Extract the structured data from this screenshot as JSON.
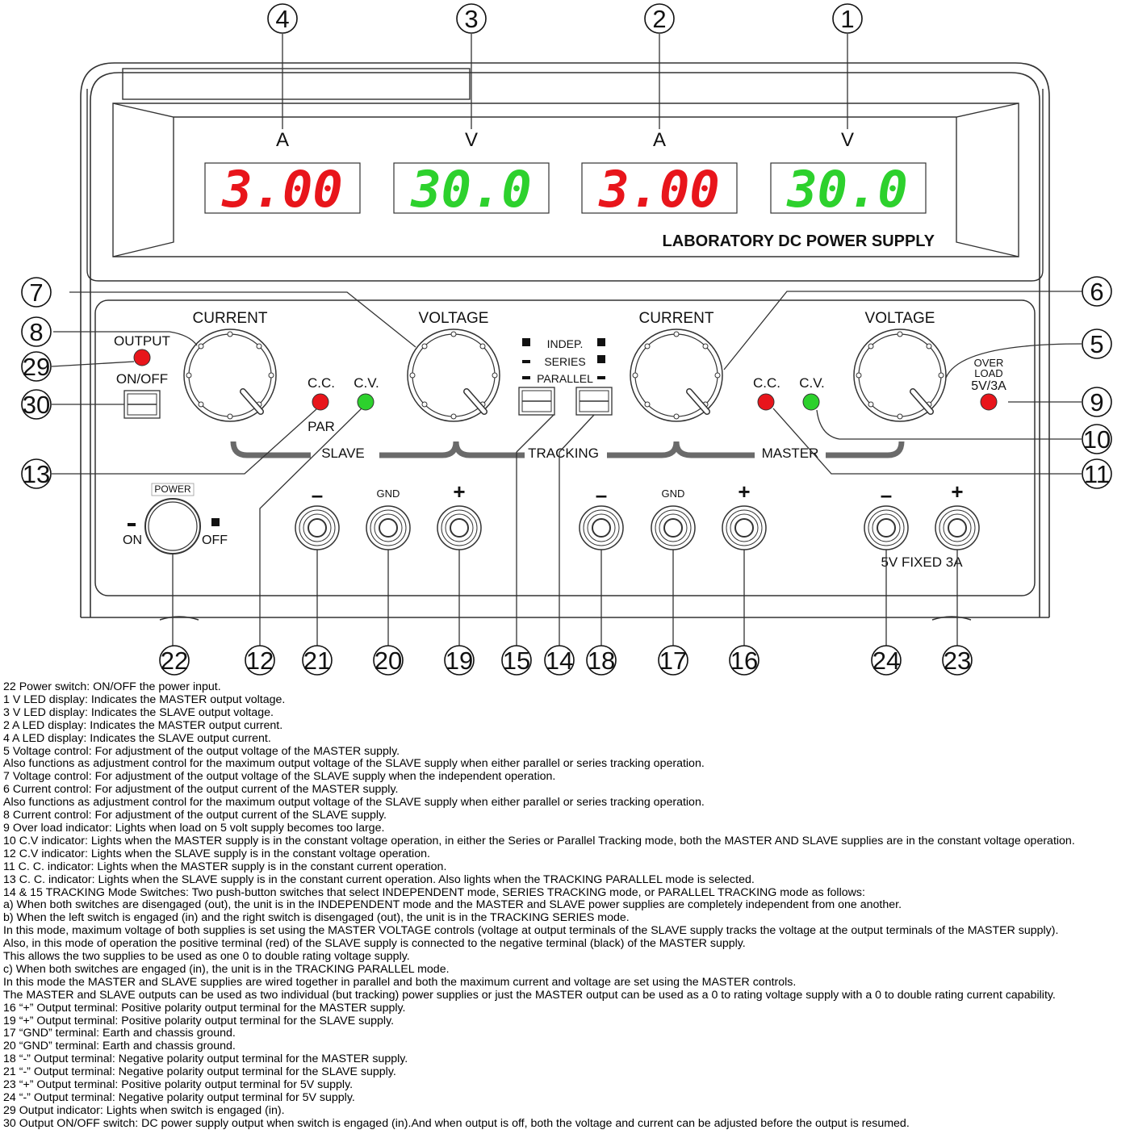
{
  "panel": {
    "title": "LABORATORY DC POWER SUPPLY",
    "units": [
      "A",
      "V",
      "A",
      "V"
    ],
    "displays": [
      {
        "value": "3.00",
        "color": "#e8151b"
      },
      {
        "value": "30.0",
        "color": "#2dd12d"
      },
      {
        "value": "3.00",
        "color": "#e8151b"
      },
      {
        "value": "30.0",
        "color": "#2dd12d"
      }
    ],
    "knob_labels": {
      "current": "CURRENT",
      "voltage": "VOLTAGE"
    },
    "indicators": {
      "cc": "C.C.",
      "cv": "C.V.",
      "par": "PAR",
      "output": "OUTPUT",
      "on_off": "ON/OFF",
      "over": "OVER",
      "load": "LOAD",
      "rating": "5V/3A"
    },
    "mode_labels": {
      "indep": "INDEP.",
      "series": "SERIES",
      "parallel": "PARALLEL"
    },
    "group_labels": {
      "slave": "SLAVE",
      "tracking": "TRACKING",
      "master": "MASTER"
    },
    "power": {
      "label": "POWER",
      "on": "ON",
      "off": "OFF"
    },
    "terminals": {
      "minus": "–",
      "plus": "+",
      "gnd": "GND",
      "fixed": "5V FIXED 3A"
    },
    "colors": {
      "red_led": "#e8151b",
      "green_led": "#2dd12d",
      "group_label": "#2233cc"
    }
  },
  "callouts": [
    "1",
    "2",
    "3",
    "4",
    "5",
    "6",
    "7",
    "8",
    "9",
    "10",
    "11",
    "12",
    "13",
    "14",
    "15",
    "16",
    "17",
    "18",
    "19",
    "20",
    "21",
    "22",
    "23",
    "24",
    "29",
    "30"
  ],
  "legend": [
    "22 Power switch: ON/OFF the power input.",
    "1 V LED display: Indicates the MASTER output voltage.",
    "3 V LED display: Indicates the SLAVE output voltage.",
    "2 A LED display: Indicates the MASTER output current.",
    "4 A LED display: Indicates the SLAVE output current.",
    "5 Voltage control: For adjustment of the output voltage of the MASTER supply.",
    "Also functions as adjustment control for the maximum output voltage of the SLAVE supply when either parallel or series tracking operation.",
    "7 Voltage control: For adjustment of the output voltage of the SLAVE supply when the independent operation.",
    "6 Current control: For adjustment of the output current of the MASTER supply.",
    "Also functions as adjustment control for the maximum output voltage of the SLAVE supply when either parallel or series tracking operation.",
    "8 Current control: For adjustment of the output current of the SLAVE supply.",
    "9 Over load indicator: Lights when load on 5 volt supply becomes too large.",
    "10 C.V indicator: Lights when the MASTER supply is in the constant voltage operation, in either the Series or Parallel Tracking mode, both the MASTER AND SLAVE supplies are in the constant voltage operation.",
    "12 C.V indicator: Lights when the SLAVE supply is in the constant voltage operation.",
    "11 C. C. indicator: Lights when the MASTER supply is in the constant current operation.",
    "13 C. C. indicator: Lights when the SLAVE supply is in the constant current operation. Also lights when the TRACKING PARALLEL mode is selected.",
    "14 & 15 TRACKING Mode Switches: Two push-button switches that select INDEPENDENT mode, SERIES TRACKING mode, or PARALLEL TRACKING mode as follows:",
    "a) When both switches are disengaged (out), the unit is in the INDEPENDENT mode and the MASTER and SLAVE power supplies are completely independent from one another.",
    "b) When the left switch is engaged (in) and the right switch is disengaged (out), the unit is in the TRACKING SERIES mode.",
    "In this mode, maximum voltage of both supplies is set using the MASTER VOLTAGE controls (voltage at output terminals of the SLAVE supply tracks the voltage at the output terminals of the MASTER supply).",
    "Also, in this mode of operation the positive terminal (red) of the SLAVE supply is connected to the negative terminal (black) of the MASTER supply.",
    "This allows the two supplies to be used as one 0 to double rating voltage supply.",
    "c) When both switches are engaged (in), the unit is in the TRACKING PARALLEL mode.",
    "In this mode the MASTER and SLAVE supplies are wired together in parallel and both the maximum current and voltage are set using the MASTER controls.",
    "The MASTER and SLAVE outputs can be used as two individual (but tracking) power supplies or just the MASTER output can be used as a 0 to rating voltage supply with a 0 to double rating current capability.",
    "16 “+” Output terminal: Positive polarity output terminal for the MASTER supply.",
    "19 “+” Output terminal: Positive polarity output terminal for the SLAVE supply.",
    "17 “GND” terminal: Earth and chassis ground.",
    "20 “GND” terminal: Earth and chassis ground.",
    "18 “-” Output terminal: Negative polarity output terminal for the MASTER supply.",
    "21 “-” Output terminal: Negative polarity output terminal for the SLAVE supply.",
    "23 “+” Output terminal: Positive polarity output terminal for 5V supply.",
    "24 “-” Output terminal: Negative polarity output terminal for 5V supply.",
    "29 Output indicator: Lights when switch is engaged (in).",
    "30 Output ON/OFF switch: DC power supply output when switch is engaged (in).And when output is off, both the voltage and current can be adjusted before the output is resumed."
  ]
}
